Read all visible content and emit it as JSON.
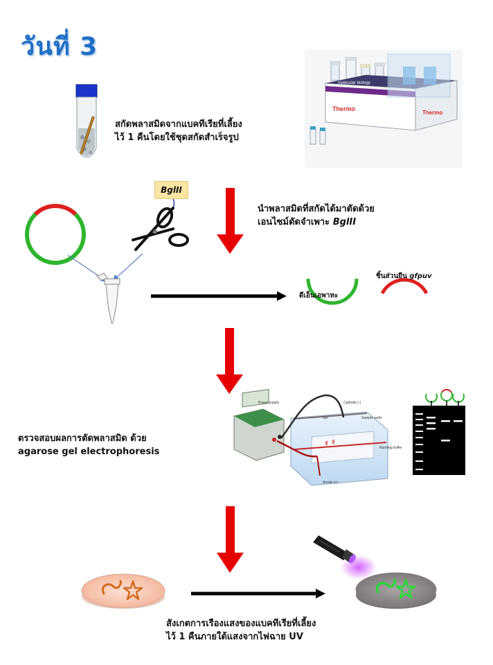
{
  "title": "วันที่ 3",
  "steps": {
    "extract_line1": "สกัดพลาสมิดจากแบคทีเรียที่เลี้ยง",
    "extract_line2": "ไว้ 1 คืนโดยใช้ชุดสกัดสำเร็จรูป",
    "cut_line1": "นำพลาสมิดที่สกัดได้มาตัดด้วย",
    "cut_line2_prefix": "เอนไซม์ตัดจำเพาะ ",
    "cut_enzyme": "BglII",
    "gel_line1": "ตรวจสอบผลการตัดพลาสมิด ด้วย",
    "gel_line2": "agarose gel electrophoresis",
    "observe_line1": "สังเกตการเรืองแสงของแบคทีเรียที่เลี้ยง",
    "observe_line2": "ไว้ 1 คืนภายใต้แสงจากไฟฉาย UV"
  },
  "labels": {
    "enzyme_tag": "BglII",
    "fragment_prefix": "ชิ้นส่วนยีน ",
    "fragment_gene": "gfpuv",
    "dna_label": "ดีเอ็นเอพาหะ",
    "kit_brand": "Thermo",
    "kit_name": "molecular biology",
    "power_supply": "Power supply",
    "cathode": "Cathode (-)",
    "gel": "Gel",
    "sample_wells": "Sample wells",
    "running_buffer": "Running buffer",
    "anode": "Anode (+)"
  },
  "colors": {
    "title": "#1f6fc4",
    "plasmid_green": "#2db52d",
    "insert_red": "#e02020",
    "arrow_red": "#e60000",
    "arrow_black": "#000000",
    "colony_orange": "#d2691e",
    "glow_green": "#22dd33",
    "uv_purple": "#c040ff"
  }
}
